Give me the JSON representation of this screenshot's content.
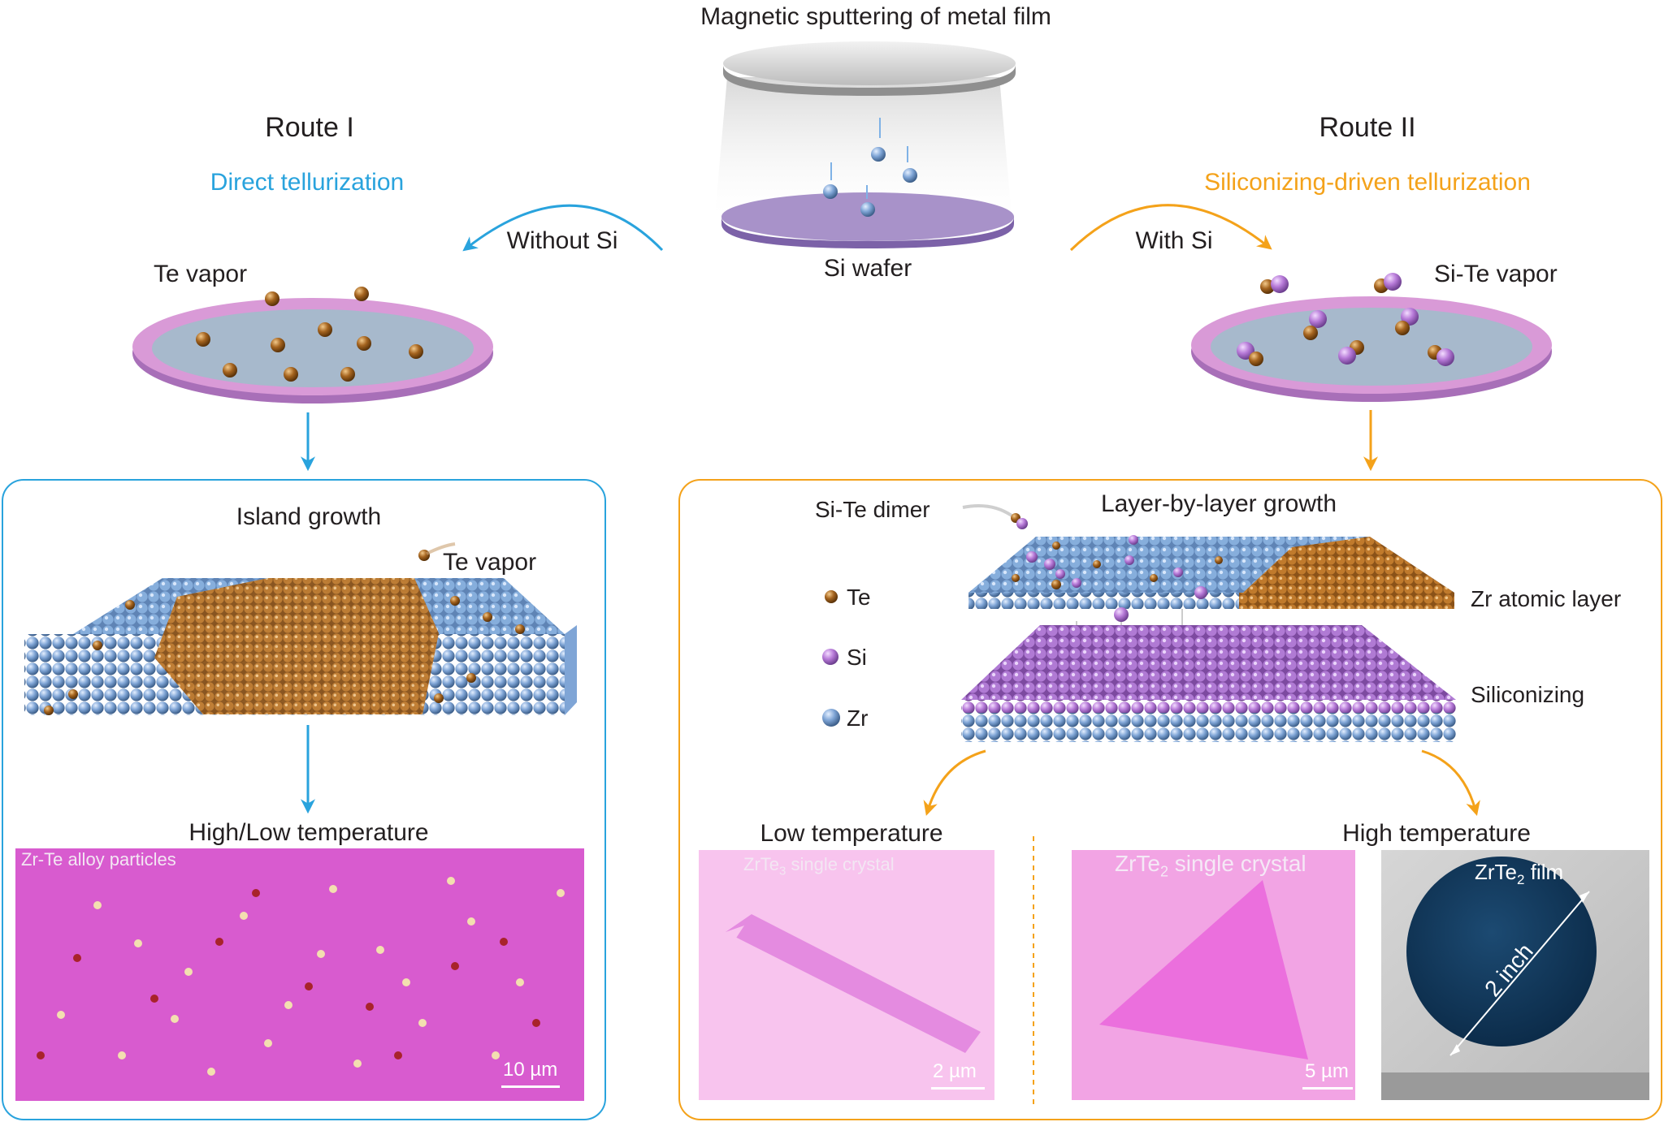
{
  "center": {
    "title": "Magnetic sputtering of metal film",
    "wafer_label": "Si wafer"
  },
  "route1": {
    "title": "Route I",
    "subtitle": "Direct tellurization",
    "arrow_label": "Without Si",
    "vapor_label": "Te vapor",
    "panel": {
      "title": "Island growth",
      "vapor_label": "Te vapor",
      "temp_label": "High/Low temperature",
      "image_label": "Zr-Te alloy particles",
      "scale": "10 µm"
    }
  },
  "route2": {
    "title": "Route II",
    "subtitle": "Siliconizing-driven tellurization",
    "arrow_label": "With Si",
    "vapor_label": "Si-Te vapor",
    "panel": {
      "title": "Layer-by-layer growth",
      "dimer_label": "Si-Te dimer",
      "zr_layer_label": "Zr atomic layer",
      "siliconizing_label": "Siliconizing",
      "legend": [
        {
          "symbol": "Te",
          "color": "#a5641f"
        },
        {
          "symbol": "Si",
          "color": "#b77ad8"
        },
        {
          "symbol": "Zr",
          "color": "#7fa5d6"
        }
      ],
      "low_temp_label": "Low temperature",
      "high_temp_label": "High temperature",
      "img1": {
        "label_main": "ZrTe",
        "label_sub": "3",
        "label_rest": " single crystal",
        "scale": "2 µm"
      },
      "img2": {
        "label_main": "ZrTe",
        "label_sub": "2",
        "label_rest": " single crystal",
        "scale": "5 µm"
      },
      "img3": {
        "label_main": "ZrTe",
        "label_sub": "2",
        "label_rest": " film",
        "diameter": "2 inch"
      }
    }
  },
  "colors": {
    "route1": "#29a3dd",
    "route2": "#f4a21a",
    "te": "#a5641f",
    "si": "#b77ad8",
    "zr": "#7fa5d6",
    "optical_pink": "#d85bcf",
    "film_navy": "#0f3557"
  }
}
